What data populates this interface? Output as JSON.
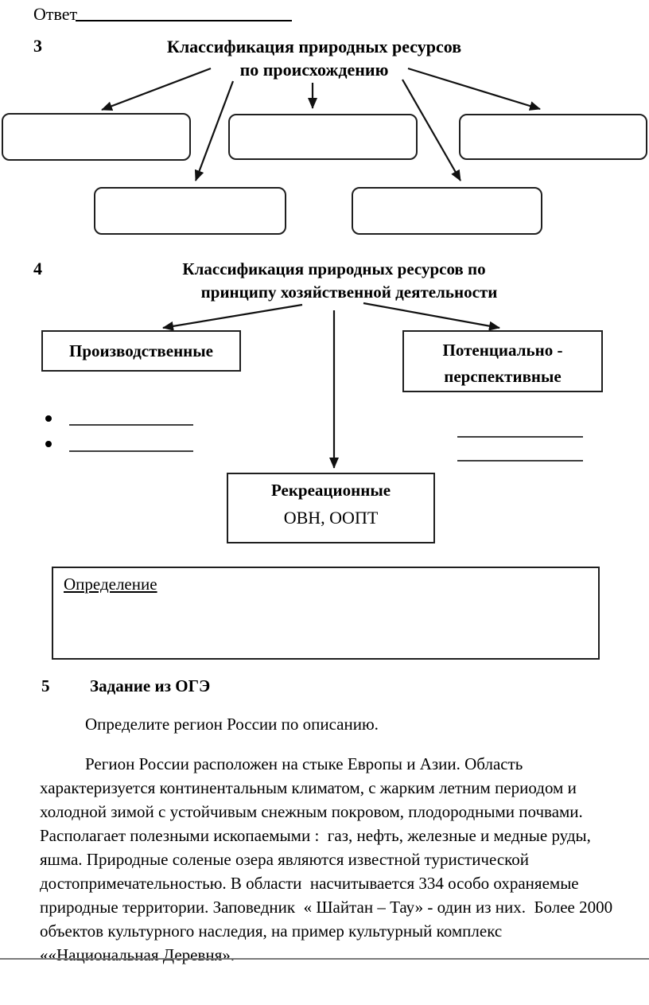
{
  "answer": {
    "label": "Ответ"
  },
  "section3": {
    "number": "3",
    "title_line1": "Классификация природных ресурсов",
    "title_line2": "по происхождению"
  },
  "section4": {
    "number": "4",
    "title_line1": "Классификация природных ресурсов по",
    "title_line2": "принципу хозяйственной деятельности",
    "box_production": "Производственные",
    "box_potential_line1": "Потенциально -",
    "box_potential_line2": "перспективные",
    "box_recreation_title": "Рекреационные",
    "box_recreation_subtitle": "ОВН, ООПТ"
  },
  "definition": {
    "label": "Определение"
  },
  "section5": {
    "number": "5",
    "title": "Задание из ОГЭ",
    "intro": "Определите регион России по описанию.",
    "body": "Регион России расположен на стыке Европы и Азии. Область характеризуется континентальным климатом, с жарким летним периодом и холодной зимой с устойчивым снежным покровом, плодородными почвами. Располагает полезными ископаемыми :  газ, нефть, железные и медные руды, яшма. Природные соленые озера являются известной туристической достопримечательностью. В области  насчитывается 334 особо охраняемые природные территории. Заповедник  « Шайтан – Тау» - один из них.  Более 2000 объектов культурного наследия, на пример культурный комплекс ««Национальная Деревня»."
  },
  "colors": {
    "ink": "#000000",
    "border": "#1f1f1f",
    "rule": "#7a7a7a"
  }
}
